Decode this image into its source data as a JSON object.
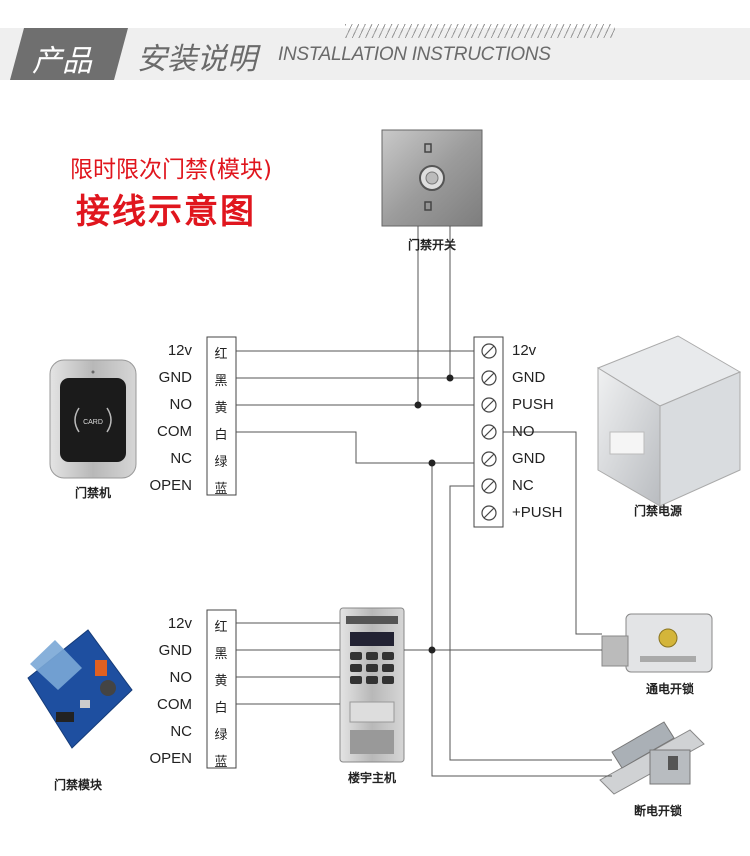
{
  "header": {
    "tab_label": "产品",
    "title_cn": "安装说明",
    "title_en": "INSTALLATION INSTRUCTIONS"
  },
  "diagram_title": {
    "line1": "限时限次门禁(模块)",
    "line2": "接线示意图"
  },
  "captions": {
    "exit_button": "门禁开关",
    "card_reader": "门禁机",
    "power_supply": "门禁电源",
    "module": "门禁模块",
    "intercom": "楼宇主机",
    "power_on_lock": "通电开锁",
    "power_off_lock": "断电开锁"
  },
  "reader_terminals": [
    {
      "pin": "12v",
      "color": "红"
    },
    {
      "pin": "GND",
      "color": "黑"
    },
    {
      "pin": "NO",
      "color": "黄"
    },
    {
      "pin": "COM",
      "color": "白"
    },
    {
      "pin": "NC",
      "color": "绿"
    },
    {
      "pin": "OPEN",
      "color": "蓝"
    }
  ],
  "module_terminals": [
    {
      "pin": "12v",
      "color": "红"
    },
    {
      "pin": "GND",
      "color": "黑"
    },
    {
      "pin": "NO",
      "color": "黄"
    },
    {
      "pin": "COM",
      "color": "白"
    },
    {
      "pin": "NC",
      "color": "绿"
    },
    {
      "pin": "OPEN",
      "color": "蓝"
    }
  ],
  "power_terminals": [
    "12v",
    "GND",
    "PUSH",
    "NO",
    "GND",
    "NC",
    "+PUSH"
  ],
  "card_text": "CARD",
  "colors": {
    "title_red": "#e0161e",
    "wire": "#555555",
    "header_gray": "#6f6f6f"
  }
}
